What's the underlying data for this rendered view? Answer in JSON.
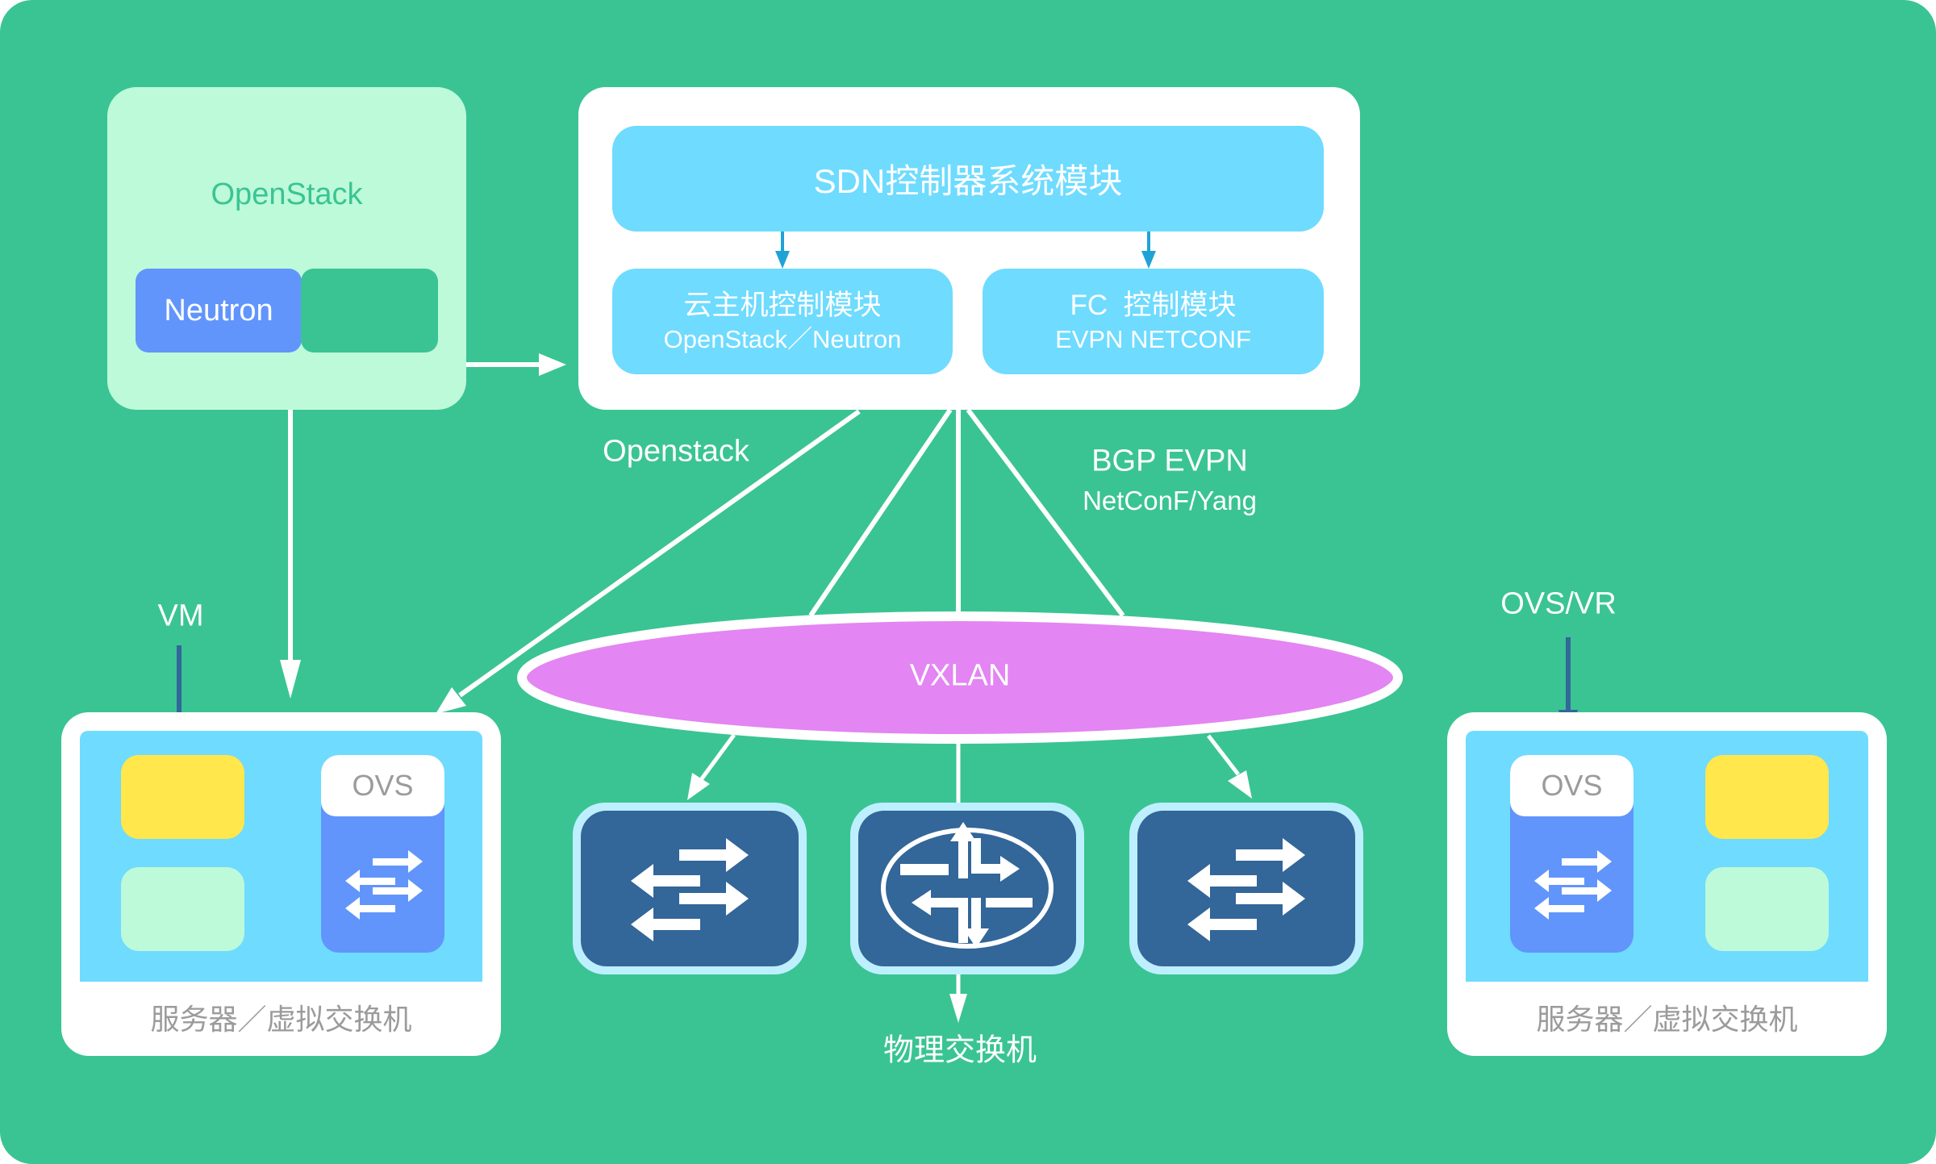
{
  "colors": {
    "background": "#3AC493",
    "mint": "#BDFAD9",
    "blue": "#6195FB",
    "sky": "#6EDBFF",
    "navy": "#336699",
    "yellow": "#FFE74C",
    "vxlan": "#E385F2",
    "white": "#FFFFFF",
    "gray_text": "#9B9B9B"
  },
  "openstack": {
    "title": "OpenStack",
    "component": "Neutron"
  },
  "sdn_controller": {
    "title": "SDN控制器系统模块",
    "modules": [
      {
        "title": "云主机控制模块",
        "subtitle": "OpenStack／Neutron"
      },
      {
        "title": "FC  控制模块",
        "subtitle": "EVPN NETCONF"
      }
    ]
  },
  "links": {
    "openstack_label": "Openstack",
    "southbound_label": "BGP EVPN",
    "southbound_sublabel": "NetConF/Yang"
  },
  "overlay": {
    "label": "VXLAN"
  },
  "physical": {
    "label": "物理交换机",
    "devices": [
      {
        "icon": "switch-icon"
      },
      {
        "icon": "router-icon"
      },
      {
        "icon": "switch-icon"
      }
    ]
  },
  "servers": [
    {
      "pointer_label": "VM",
      "ovs_label": "OVS",
      "caption": "服务器／虚拟交换机"
    },
    {
      "pointer_label": "OVS/VR",
      "ovs_label": "OVS",
      "caption": "服务器／虚拟交换机"
    }
  ]
}
